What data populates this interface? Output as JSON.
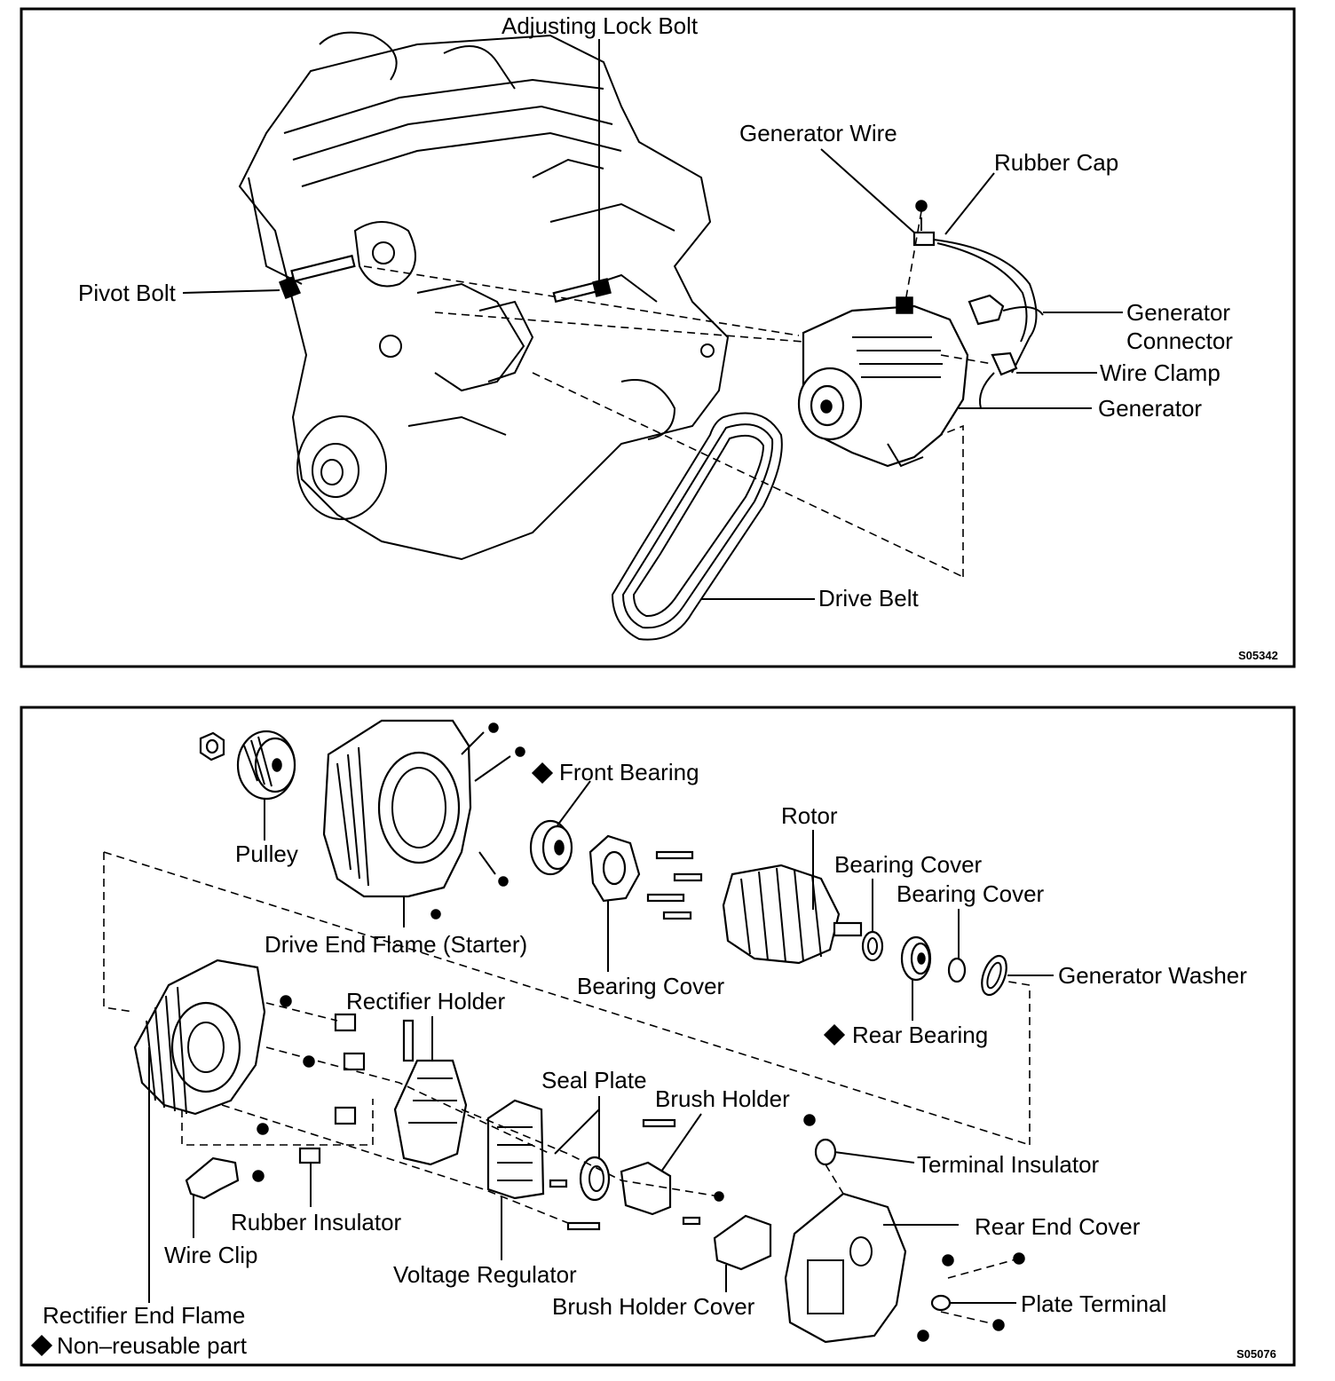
{
  "figure1": {
    "code": "S05342",
    "labels": {
      "adjusting_lock_bolt": "Adjusting Lock Bolt",
      "generator_wire": "Generator Wire",
      "rubber_cap": "Rubber Cap",
      "pivot_bolt": "Pivot Bolt",
      "generator_connector_1": "Generator",
      "generator_connector_2": "Connector",
      "wire_clamp": "Wire Clamp",
      "generator": "Generator",
      "drive_belt": "Drive Belt"
    }
  },
  "figure2": {
    "code": "S05076",
    "labels": {
      "front_bearing": "Front Bearing",
      "rotor": "Rotor",
      "pulley": "Pulley",
      "bearing_cover_1": "Bearing Cover",
      "bearing_cover_2": "Bearing Cover",
      "bearing_cover_3": "Bearing Cover",
      "drive_end_flame": "Drive End Flame (Starter)",
      "generator_washer": "Generator Washer",
      "rectifier_holder": "Rectifier Holder",
      "rear_bearing": "Rear Bearing",
      "seal_plate": "Seal Plate",
      "brush_holder": "Brush Holder",
      "terminal_insulator": "Terminal Insulator",
      "rubber_insulator": "Rubber Insulator",
      "rear_end_cover": "Rear End Cover",
      "wire_clip": "Wire Clip",
      "voltage_regulator": "Voltage Regulator",
      "plate_terminal": "Plate Terminal",
      "brush_holder_cover": "Brush Holder Cover",
      "rectifier_end_flame": "Rectifier End Flame",
      "legend": "Non–reusable part"
    }
  }
}
